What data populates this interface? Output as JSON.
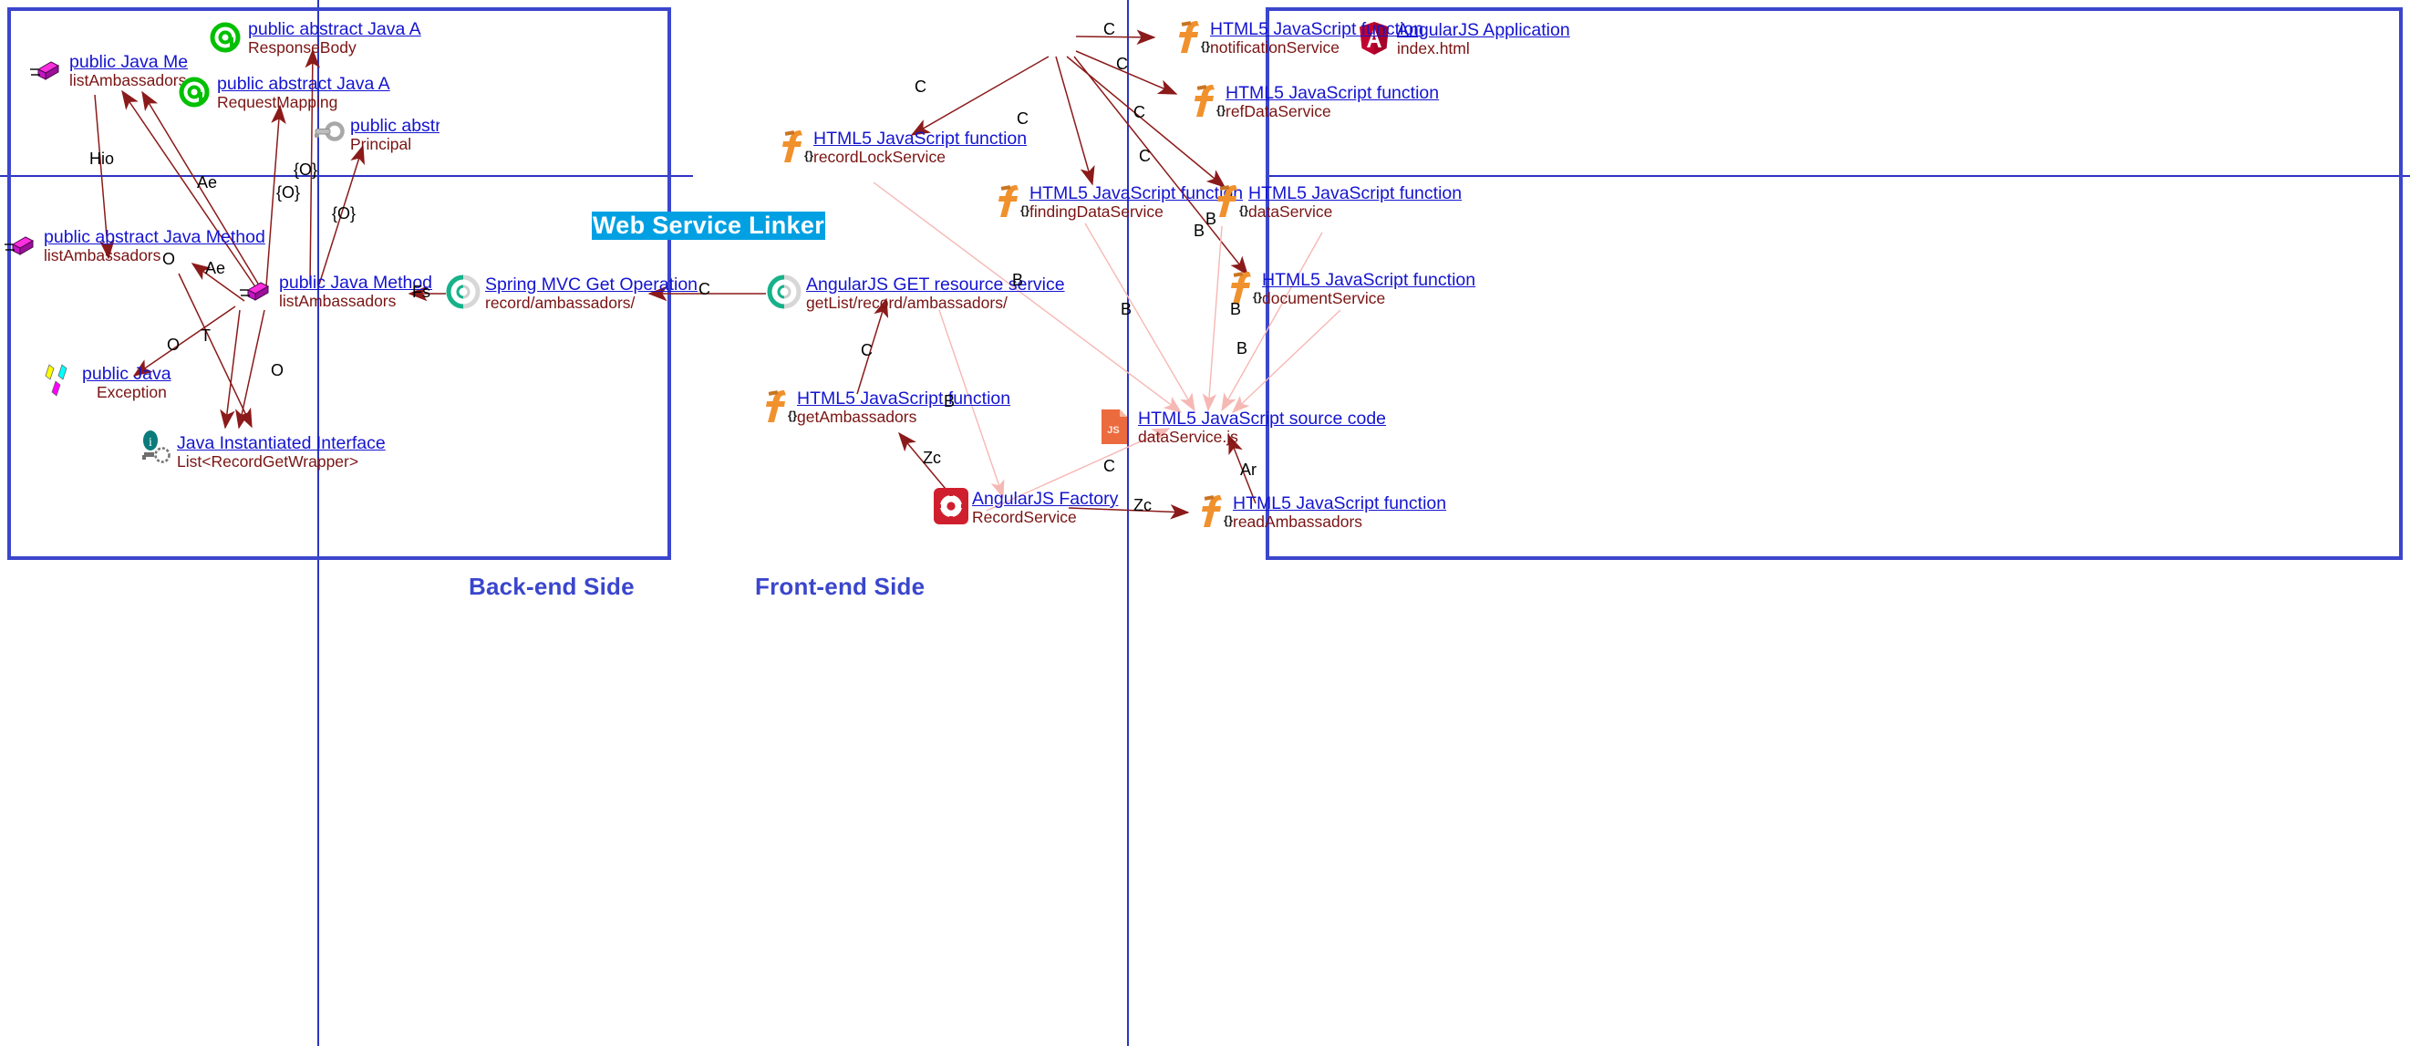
{
  "diagram": {
    "title": "Web Service Linker",
    "banner_color": "#00a0e3",
    "panel_border_color": "#3b46cc",
    "edge_color": "#8b1a1a",
    "node_title_color": "#1414d0",
    "node_subtitle_color": "#7a1413"
  },
  "panels": [
    {
      "id": "backend",
      "label": "Back-end Side"
    },
    {
      "id": "frontend",
      "label": "Front-end Side"
    }
  ],
  "backend": {
    "nodes": [
      {
        "id": "be-method-top",
        "title": " public Java Me",
        "subtitle": "listAmbassadors",
        "icon": "java-method-icon"
      },
      {
        "id": "be-ann-responsebody",
        "title": " public abstract Java A",
        "subtitle": "ResponseBody",
        "icon": "java-annotation-icon"
      },
      {
        "id": "be-ann-requestmap",
        "title": " public abstract Java A",
        "subtitle": "RequestMapping",
        "icon": "java-annotation-icon"
      },
      {
        "id": "be-principal",
        "title": " public abstract",
        "subtitle": "Principal",
        "icon": "key-icon"
      },
      {
        "id": "be-abstract-method",
        "title": " public abstract Java Method",
        "subtitle": "listAmbassadors",
        "icon": "java-method-icon"
      },
      {
        "id": "be-method-main",
        "title": " public Java Method",
        "subtitle": "listAmbassadors",
        "icon": "java-method-icon"
      },
      {
        "id": "be-exception",
        "title": " public Java",
        "subtitle": "Exception",
        "icon": "java-exception-icon"
      },
      {
        "id": "be-interface",
        "title": "Java Instantiated Interface",
        "subtitle": "List<RecordGetWrapper>",
        "icon": "java-interface-icon"
      },
      {
        "id": "be-springmvc",
        "title": "Spring MVC Get Operation",
        "subtitle": "record/ambassadors/",
        "icon": "rest-operation-icon"
      }
    ],
    "edge_labels": [
      "Hio",
      "Ae",
      "{O}",
      "{O}",
      "{O}",
      "O",
      "Ae",
      "O",
      "T",
      "O",
      "Fs"
    ]
  },
  "frontend": {
    "nodes": [
      {
        "id": "fe-app",
        "title": "AngularJS Application",
        "subtitle": "index.html",
        "icon": "angularjs-icon"
      },
      {
        "id": "fe-notification",
        "title": "HTML5 JavaScript function",
        "subtitle": "notificationService",
        "icon": "js-function-icon"
      },
      {
        "id": "fe-refdata",
        "title": "HTML5 JavaScript function",
        "subtitle": "refDataService",
        "icon": "js-function-icon"
      },
      {
        "id": "fe-recordlock",
        "title": "HTML5 JavaScript function",
        "subtitle": "recordLockService",
        "icon": "js-function-icon"
      },
      {
        "id": "fe-findingdata",
        "title": "HTML5 JavaScript function",
        "subtitle": "findingDataService",
        "icon": "js-function-icon"
      },
      {
        "id": "fe-dataservice",
        "title": "HTML5 JavaScript function",
        "subtitle": "dataService",
        "icon": "js-function-icon"
      },
      {
        "id": "fe-document",
        "title": "HTML5 JavaScript function",
        "subtitle": "documentService",
        "icon": "js-function-icon"
      },
      {
        "id": "fe-getresource",
        "title": "AngularJS GET resource service",
        "subtitle": "getList/record/ambassadors/",
        "icon": "rest-operation-icon"
      },
      {
        "id": "fe-getambassadors",
        "title": "HTML5 JavaScript function",
        "subtitle": "getAmbassadors",
        "icon": "js-function-icon"
      },
      {
        "id": "fe-sourcecode",
        "title": "HTML5 JavaScript source code",
        "subtitle": "dataService.js",
        "icon": "js-file-icon"
      },
      {
        "id": "fe-factory",
        "title": "AngularJS Factory",
        "subtitle": "RecordService",
        "icon": "angularjs-factory-icon"
      },
      {
        "id": "fe-readambassadors",
        "title": "HTML5 JavaScript function",
        "subtitle": "readAmbassadors",
        "icon": "js-function-icon"
      }
    ],
    "edge_labels": [
      "C",
      "C",
      "C",
      "C",
      "C",
      "C",
      "C",
      "B",
      "B",
      "B",
      "B",
      "B",
      "B",
      "B",
      "C",
      "Zc",
      "Zc",
      "Ar"
    ]
  },
  "middle": {
    "link_label": "C"
  }
}
